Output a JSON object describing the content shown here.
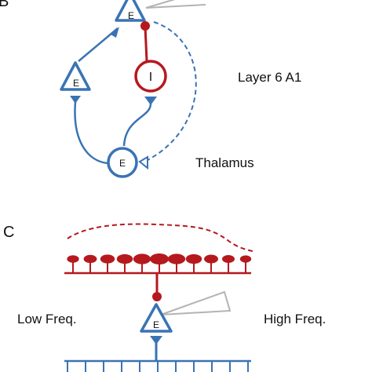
{
  "panels": {
    "b": {
      "letter": "B",
      "labels": {
        "layer": "Layer 6 A1",
        "thalamus": "Thalamus"
      },
      "cells": {
        "top_excitatory": "E",
        "left_excitatory": "E",
        "inhibitory": "I",
        "thalamic_excitatory": "E"
      }
    },
    "c": {
      "letter": "C",
      "labels": {
        "low_freq": "Low Freq.",
        "high_freq": "High Freq."
      },
      "cells": {
        "center_excitatory": "E"
      },
      "inhibitory_bouton_sizes": [
        0.45,
        0.55,
        0.65,
        0.78,
        0.9,
        1.0,
        0.9,
        0.78,
        0.62,
        0.5,
        0.4
      ],
      "excitatory_inputs": 11
    }
  },
  "colors": {
    "excitatory": "#3a73b5",
    "inhibitory": "#b5191e",
    "electrode": "#b3b3b3",
    "text": "#111111"
  }
}
